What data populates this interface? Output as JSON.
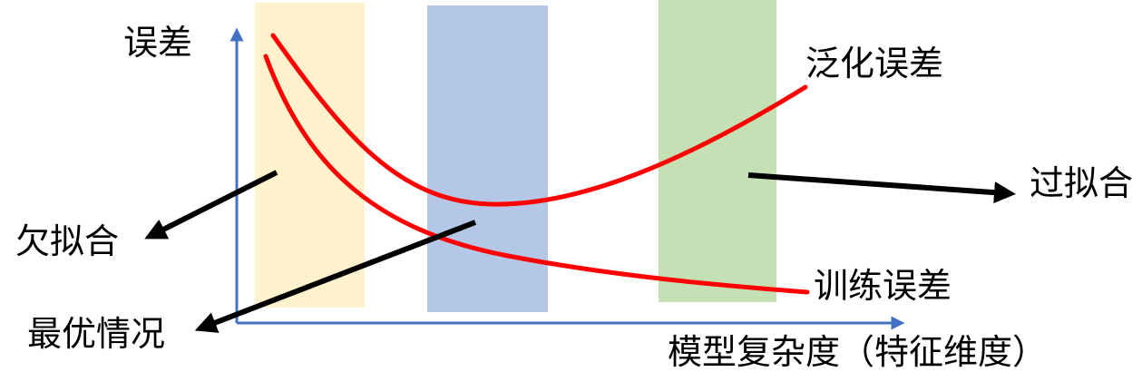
{
  "labels": {
    "y_axis": "误差",
    "x_axis": "模型复杂度（特征维度）",
    "generalization_error": "泛化误差",
    "training_error": "训练误差",
    "underfitting": "欠拟合",
    "optimal": "最优情况",
    "overfitting": "过拟合"
  },
  "colors": {
    "axis": "#4472C4",
    "curve": "#FF0000",
    "arrow": "#000000",
    "underfit_band": "#FFF2CC",
    "optimal_band": "#B4C7E7",
    "overfit_band": "#C5E0B4"
  }
}
